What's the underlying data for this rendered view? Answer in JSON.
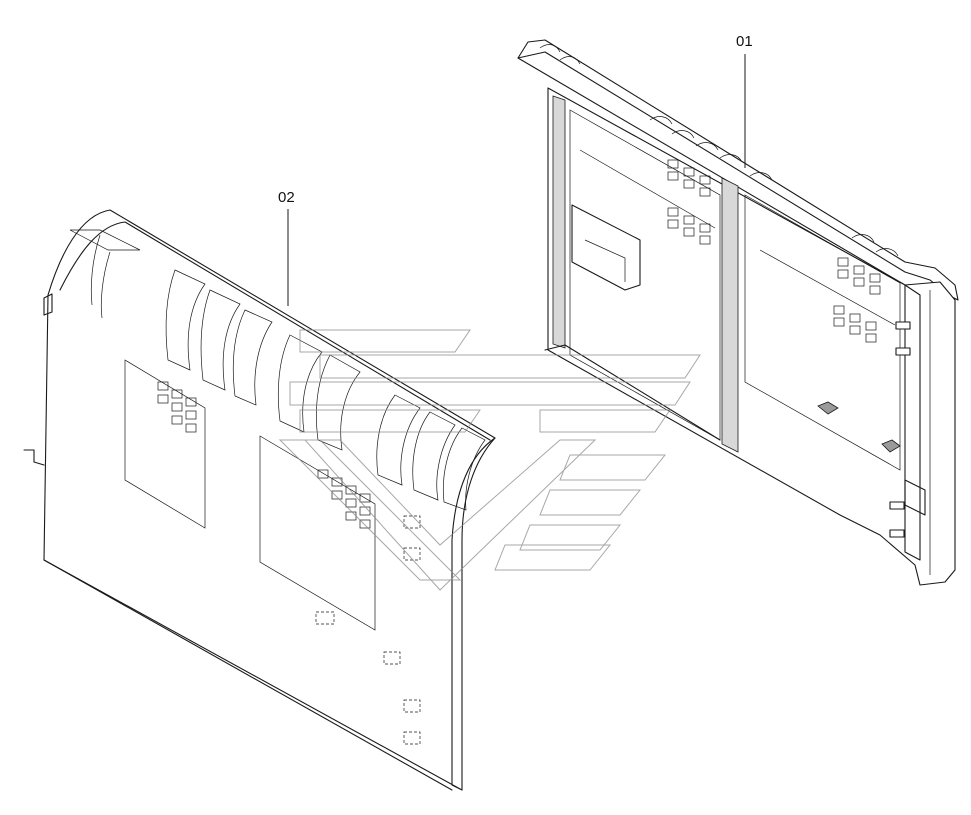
{
  "diagram": {
    "callouts": [
      {
        "id": "01",
        "text": "01"
      },
      {
        "id": "02",
        "text": "02"
      }
    ],
    "colors": {
      "line": "#1a1a1a",
      "background": "#ffffff",
      "watermark": "#8a8a8a"
    }
  }
}
